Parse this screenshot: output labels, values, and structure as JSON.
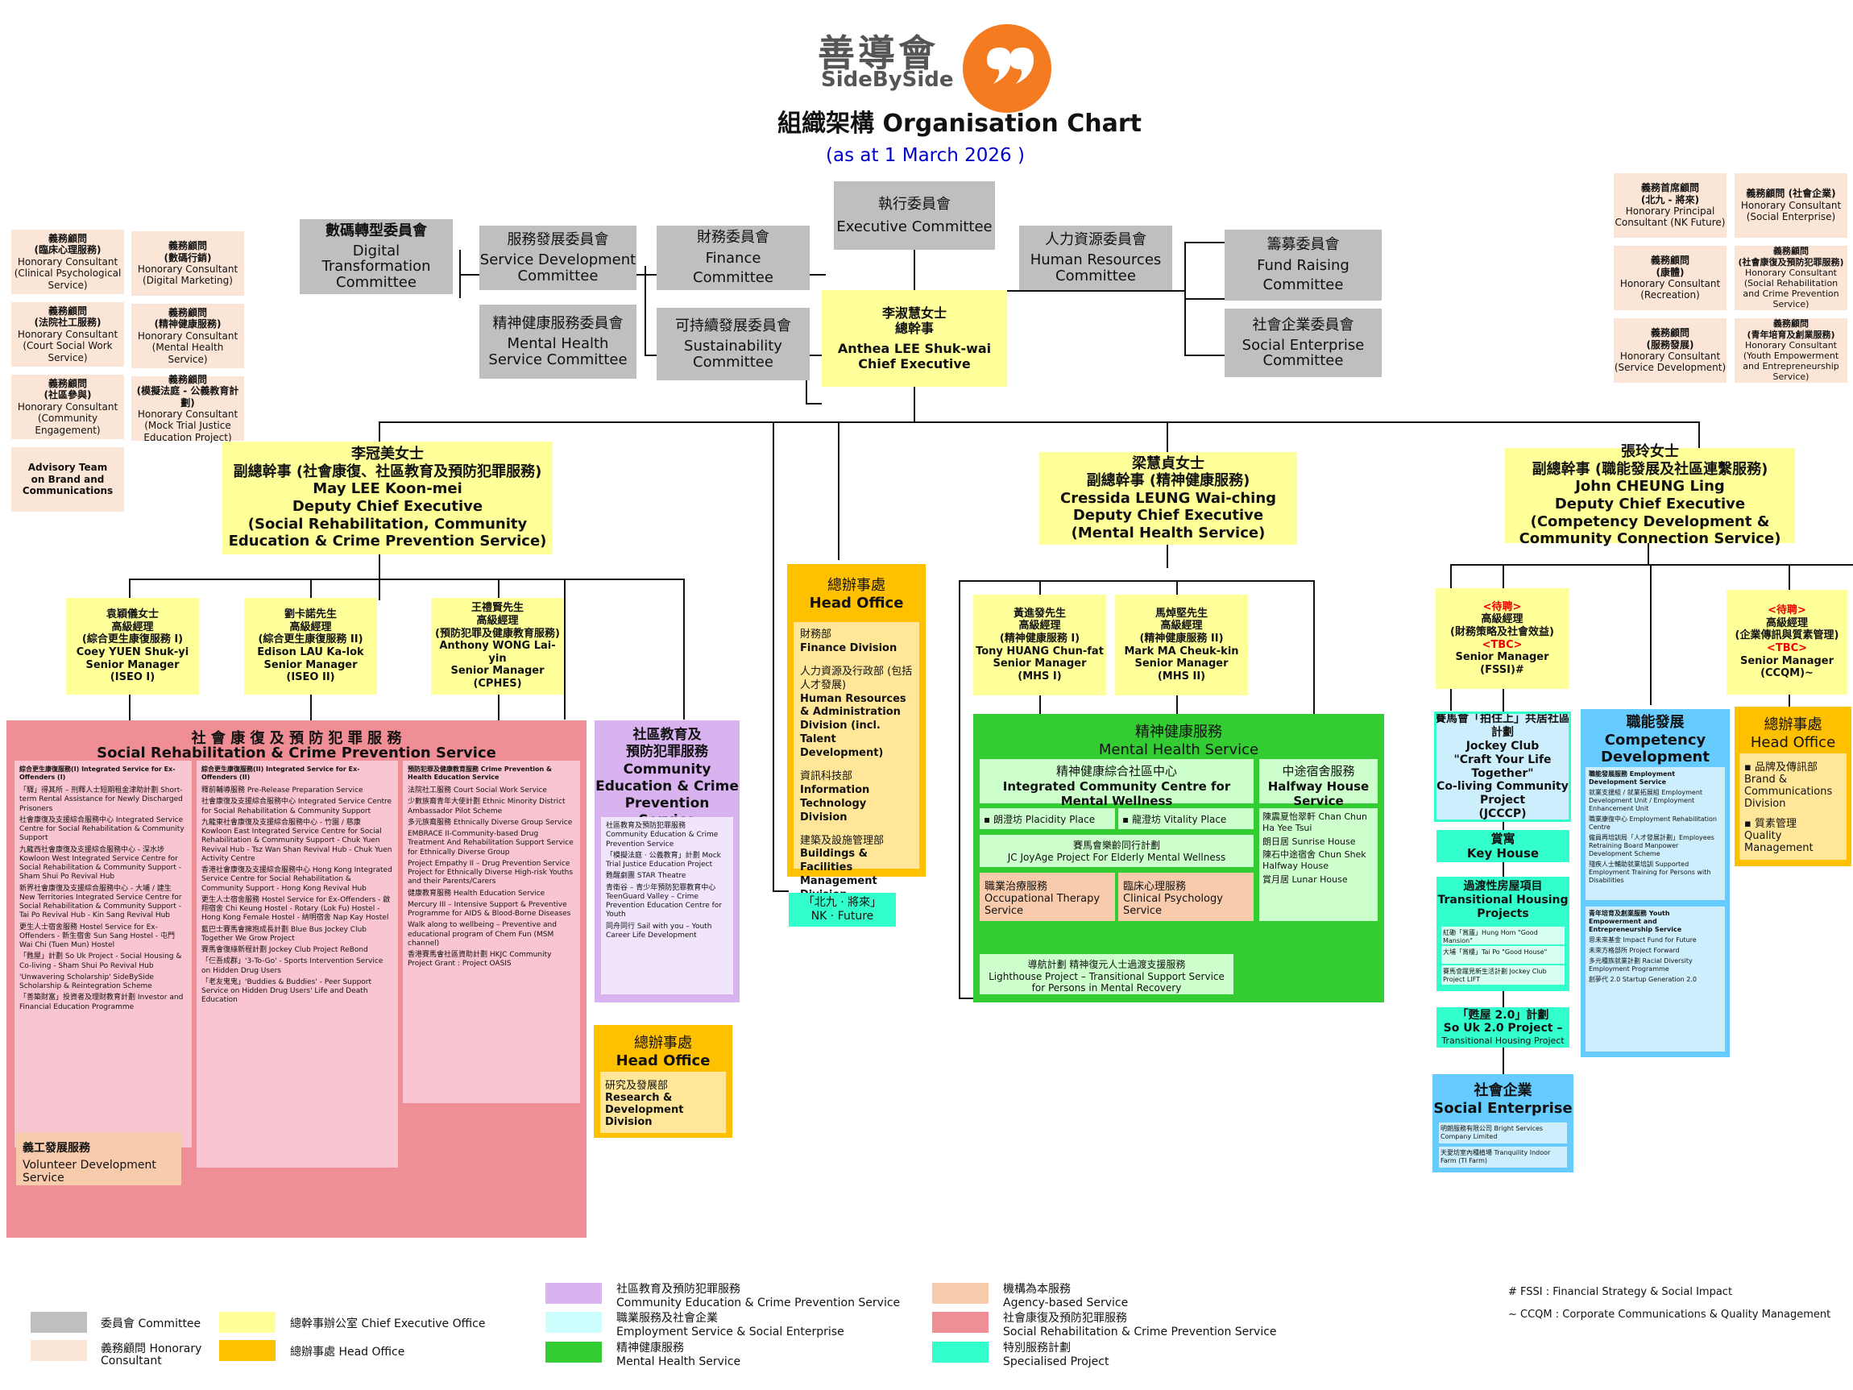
{
  "header": {
    "logo_zh": "善導會",
    "logo_en": "SideBySide",
    "title": "組織架構 Organisation Chart",
    "date": "(as at 1 March 2026 )"
  },
  "colors": {
    "committee": "#bfbfbf",
    "ceo_office": "#ffff99",
    "honorary": "#fbe5d6",
    "head_office": "#ffc000",
    "srcp": "#f08e95",
    "community": "#d9b3f0",
    "mental": "#33cc33",
    "employment": "#66ccff",
    "special": "#33ffcc",
    "logo": "#f47b20"
  },
  "committees": {
    "exec": [
      "執行委員會",
      "Executive Committee"
    ],
    "digital": [
      "數碼轉型委員會",
      "Digital Transformation Committee"
    ],
    "servdev": [
      "服務發展委員會",
      "Service Development Committee"
    ],
    "finance": [
      "財務委員會",
      "Finance Committee"
    ],
    "hr": [
      "人力資源委員會",
      "Human Resources Committee"
    ],
    "fund": [
      "籌募委員會",
      "Fund Raising Committee"
    ],
    "mental": [
      "精神健康服務委員會",
      "Mental Health Service Committee"
    ],
    "sustain": [
      "可持續發展委員會",
      "Sustainability Committee"
    ],
    "social": [
      "社會企業委員會",
      "Social Enterprise Committee"
    ]
  },
  "ceo": [
    "李淑慧女士",
    "總幹事",
    "Anthea LEE Shuk-wai",
    "Chief Executive"
  ],
  "honorary_left": [
    [
      "義務顧問",
      "(臨床心理服務)",
      "Honorary Consultant",
      "(Clinical Psychological Service)"
    ],
    [
      "義務顧問",
      "(數碼行銷)",
      "Honorary Consultant",
      "(Digital Marketing)"
    ],
    [
      "義務顧問",
      "(法院社工服務)",
      "Honorary Consultant",
      "(Court Social Work Service)"
    ],
    [
      "義務顧問",
      "(精神健康服務)",
      "Honorary Consultant",
      "(Mental Health Service)"
    ],
    [
      "義務顧問",
      "(社區參與)",
      "Honorary Consultant",
      "(Community Engagement)"
    ],
    [
      "義務顧問",
      "(模擬法庭 - 公義教育計劃)",
      "Honorary Consultant",
      "(Mock Trial Justice Education Project)"
    ]
  ],
  "advisory": "Advisory Team on Brand and Communications",
  "honorary_right": [
    [
      "義務首席顧問",
      "(北九 - 將來)",
      "Honorary Principal",
      "Consultant (NK Future)"
    ],
    [
      "義務顧問 (社會企業)",
      "Honorary Consultant",
      "(Social Enterprise)"
    ],
    [
      "義務顧問",
      "(康體)",
      "Honorary Consultant",
      "(Recreation)"
    ],
    [
      "義務顧問",
      "(社會康復及預防犯罪服務)",
      "Honorary Consultant",
      "(Social Rehabilitation",
      "and Crime Prevention",
      "Service)"
    ],
    [
      "義務顧問",
      "(服務發展)",
      "Honorary Consultant",
      "(Service Development)"
    ],
    [
      "義務顧問",
      "(青年培育及創業服務)",
      "Honorary Consultant",
      "(Youth Empowerment",
      "and Entrepreneurship",
      "Service)"
    ]
  ],
  "dce1": [
    "李冠美女士",
    "副總幹事 (社會康復、社區教育及預防犯罪服務)",
    "May LEE Koon-mei",
    "Deputy Chief Executive",
    "(Social Rehabilitation, Community",
    "Education & Crime Prevention Service)"
  ],
  "dce2": [
    "梁慧貞女士",
    "副總幹事 (精神健康服務)",
    "Cressida LEUNG Wai-ching",
    "Deputy Chief Executive",
    "(Mental Health Service)"
  ],
  "dce3": [
    "張玲女士",
    "副總幹事 (職能發展及社區連繫服務)",
    "John CHEUNG Ling",
    "Deputy Chief Executive",
    "(Competency Development &",
    "Community Connection Service)"
  ],
  "sm": {
    "coey": [
      "袁穎儀女士",
      "高級經理",
      "(綜合更生康復服務 I)",
      "Coey YUEN Shuk-yi",
      "Senior Manager",
      "(ISEO I)"
    ],
    "edison": [
      "劉卡諾先生",
      "高級經理",
      "(綜合更生康復服務 II)",
      "Edison LAU Ka-lok",
      "Senior Manager",
      "(ISEO II)"
    ],
    "anthony": [
      "王禮賢先生",
      "高級經理",
      "(預防犯罪及健康教育服務)",
      "Anthony WONG Lai-yin",
      "Senior Manager",
      "(CPHES)"
    ],
    "tony": [
      "黃進發先生",
      "高級經理",
      "(精神健康服務 I)",
      "Tony HUANG Chun-fat",
      "Senior Manager",
      "(MHS I)"
    ],
    "mark": [
      "馬焯堅先生",
      "高級經理",
      "(精神健康服務 II)",
      "Mark MA Cheuk-kin",
      "Senior Manager",
      "(MHS II)"
    ],
    "fssi": [
      "<待聘>",
      "高級經理",
      "(財務策略及社會效益)",
      "<TBC>",
      "Senior Manager",
      "(FSSI)#"
    ],
    "ccqm": [
      "<待聘>",
      "高級經理",
      "(企業傳訊與質素管理)",
      "<TBC>",
      "Senior Manager",
      "(CCQM)~"
    ]
  },
  "srcp": {
    "title_zh": "社 會 康 復 及 預 防 犯 罪 服 務",
    "title_en": "Social Rehabilitation & Crime Prevention Service",
    "col1_head": "綜合更生康復服務(I) Integrated Service for Ex-Offenders (I)",
    "col1": [
      "「驛」得其所 – 刑釋人士短期租金津助計劃 Short-term Rental Assistance for Newly Discharged Prisoners",
      "社會康復及支援綜合服務中心 Integrated Service Centre for Social Rehabilitation & Community Support",
      "九龍西社會康復及支援綜合服務中心 - 深水埗 Kowloon West Integrated Service Centre for Social Rehabilitation & Community Support - Sham Shui Po Revival Hub",
      "新界社會康復及支援綜合服務中心 - 大埔 / 建生 New Territories Integrated Service Centre for Social Rehabilitation & Community Support - Tai Po Revival Hub - Kin Sang Revival Hub",
      "更生人士宿舍服務 Hostel Service for Ex-Offenders - 新生宿舍 Sun Sang Hostel - 屯門 Wai Chi (Tuen Mun) Hostel",
      "「甦屋」計劃 So Uk Project - Social Housing & Co-living - Sham Shui Po Revival Hub",
      "'Unwavering Scholarship' SideBySide Scholarship & Reintegration Scheme",
      "「善築財富」投資者及理財教育計劃 Investor and Financial Education Programme"
    ],
    "col2_head": "綜合更生康復服務(II) Integrated Service for Ex-Offenders (II)",
    "col2": [
      "釋前輔導服務 Pre-Release Preparation Service",
      "社會康復及支援綜合服務中心 Integrated Service Centre for Social Rehabilitation & Community Support",
      "九龍東社會康復及支援綜合服務中心 - 竹園 / 慈康 Kowloon East Integrated Service Centre for Social Rehabilitation & Community Support - Chuk Yuen Revival Hub - Tsz Wan Shan Revival Hub - Chuk Yuen Activity Centre",
      "香港社會康復及支援綜合服務中心 Hong Kong Integrated Service Centre for Social Rehabilitation & Community Support - Hong Kong Revival Hub",
      "更生人士宿舍服務 Hostel Service for Ex-Offenders - 啟翔宿舍 Chi Keung Hostel - Rotary (Lok Fu) Hostel - Hong Kong Female Hostel - 納明宿舍 Nap Kay Hostel",
      "藍巴士賽馬會擁抱成長計劃 Blue Bus Jockey Club Together We Grow Project",
      "賽馬會復綠新程計劃 Jockey Club Project ReBond",
      "「仨吾成群」'3-To-Go' - Sports Intervention Service on Hidden Drug Users",
      "「老友鬼鬼」'Buddies & Buddies' - Peer Support Service on Hidden Drug Users' Life and Death Education"
    ],
    "col3_head": "預防犯罪及健康教育服務 Crime Prevention & Health Education Service",
    "col3": [
      "法院社工服務 Court Social Work Service",
      "少數族裔青年大使計劃 Ethnic Minority District Ambassador Pilot Scheme",
      "多元族裔服務 Ethnically Diverse Group Service",
      "EMBRACE II-Community-based Drug Treatment And Rehabilitation Support Service for Ethnically Diverse Group",
      "Project Empathy II – Drug Prevention Service Project for Ethnically Diverse High-risk Youths and their Parents/Carers",
      "健康教育服務 Health Education Service",
      "Mercury III – Intensive Support & Preventive Programme for AIDS & Blood-Borne Diseases",
      "Walk along to wellbeing – Preventive and educational program of Chem Fun (MSM channel)",
      "香港賽馬會社區資助計劃 HKJC Community Project Grant : Project OASIS"
    ],
    "volunteer": [
      "義工發展服務",
      "Volunteer Development Service"
    ]
  },
  "cecp": {
    "title": [
      "社區教育及",
      "預防犯罪服務",
      "Community",
      "Education & Crime",
      "Prevention Service"
    ],
    "items": [
      "社區教育及預防犯罪服務 Community Education & Crime Prevention Service",
      "「模擬法庭 · 公義教育」計劃 Mock Trial Justice Education Project",
      "甦醒劇團 STAR Theatre",
      "青衛谷 – 青少年預防犯罪教育中心 TeenGuard Valley – Crime Prevention Education Centre for Youth",
      "同舟同行 Sail with you – Youth Career Life Development"
    ]
  },
  "head_office1": {
    "title": [
      "總辦事處",
      "Head Office"
    ],
    "items": [
      [
        "財務部",
        "Finance Division"
      ],
      [
        "人力資源及行政部 (包括人才發展)",
        "Human Resources & Administration Division (incl. Talent Development)"
      ],
      [
        "資訊科技部",
        "Information Technology Division"
      ],
      [
        "建築及設施管理部",
        "Buildings & Facilities Management Division"
      ]
    ]
  },
  "nk": [
    "「北九 · 將來」",
    "NK · Future"
  ],
  "head_office2": {
    "title": [
      "總辦事處",
      "Head Office"
    ],
    "items": [
      [
        "研究及發展部",
        "Research & Development Division"
      ]
    ]
  },
  "mhs": {
    "title": [
      "精神健康服務",
      "Mental Health Service"
    ],
    "icmw": [
      "精神健康綜合社區中心",
      "Integrated Community Centre for Mental Wellness"
    ],
    "icmw_items": [
      "朗澄坊 Placidity Place",
      "龍澄坊 Vitality Place"
    ],
    "halfway": [
      "中途宿舍服務",
      "Halfway House Service"
    ],
    "halfway_items": [
      "陳震夏怡翠軒 Chan Chun Ha Yee Tsui",
      "朗日居 Sunrise House",
      "陳石中途宿舍 Chun Shek Halfway House",
      "賞月居 Lunar House"
    ],
    "joyage": [
      "賽馬會樂齡同行計劃",
      "JC JoyAge Project For Elderly Mental Wellness"
    ],
    "ot": [
      "職業治療服務",
      "Occupational Therapy Service"
    ],
    "cp": [
      "臨床心理服務",
      "Clinical Psychology Service"
    ],
    "lighthouse": [
      "導航計劃 精神復元人士過渡支援服務",
      "Lighthouse Project – Transitional Support Service for Persons in Mental Recovery"
    ]
  },
  "jcccp": [
    "賽馬會「拍住上」共居社區計劃",
    "Jockey Club",
    "\"Craft Your Life Together\"",
    "Co-living Community",
    "Project",
    "(JCCCP)"
  ],
  "keyhouse": [
    "賞寓",
    "Key House"
  ],
  "thp": {
    "title": [
      "過渡性房屋項目",
      "Transitional Housing",
      "Projects"
    ],
    "items": [
      "紅磡「賞廬」Hung Hom \"Good Mansion\"",
      "大埔「賞樓」Tai Po \"Good House\"",
      "賽馬會躍見新生活計劃 Jockey Club Project LIFT"
    ]
  },
  "souk": [
    "「甦屋 2.0」計劃",
    "So Uk 2.0 Project –",
    "Transitional Housing Project"
  ],
  "se": {
    "title": [
      "社會企業",
      "Social Enterprise"
    ],
    "items": [
      "明朗服務有限公司 Bright Services Company Limited",
      "天愛坊室內種植場 Tranquility Indoor Farm (TI Farm)"
    ]
  },
  "comp": {
    "title": [
      "職能發展",
      "Competency",
      "Development"
    ],
    "head1": "職能發展服務 Employment Development Service",
    "items1": [
      "就業支援組 / 就業拓展組 Employment Development Unit / Employment Enhancement Unit",
      "職業康復中心 Employment Rehabilitation Centre",
      "僱員再培訓局「人才發展計劃」Employees Retraining Board Manpower Development Scheme",
      "殘疾人士輔助就業培訓 Supported Employment Training for Persons with Disabilities"
    ],
    "head2": "青年培育及創業服務 Youth Empowerment and Entrepreneurship Service",
    "items2": [
      "思未來基金 Impact Fund for Future",
      "未來方格部所 Project Forward",
      "多元種族就業計劃 Racial Diversity Employment Programme",
      "創夢代 2.0 Startup Generation 2.0"
    ]
  },
  "head_office3": {
    "title": [
      "總辦事處",
      "Head Office"
    ],
    "items": [
      [
        "品牌及傳訊部",
        "Brand & Communications Division"
      ],
      [
        "質素管理",
        "Quality Management"
      ]
    ]
  },
  "legend": [
    [
      "委員會 Committee"
    ],
    [
      "總幹事辦公室 Chief Executive Office"
    ],
    [
      "義務顧問 Honorary",
      "Consultant"
    ],
    [
      "總辦事處 Head Office"
    ],
    [
      "社區教育及預防犯罪服務",
      "Community Education & Crime Prevention Service"
    ],
    [
      "職業服務及社會企業",
      "Employment Service & Social Enterprise"
    ],
    [
      "精神健康服務",
      "Mental Health Service"
    ],
    [
      "機構為本服務",
      "Agency-based Service"
    ],
    [
      "社會康復及預防犯罪服務",
      "Social Rehabilitation & Crime Prevention Service"
    ],
    [
      "特別服務計劃",
      "Specialised Project"
    ]
  ],
  "notes": [
    "# FSSI : Financial Strategy & Social Impact",
    "~ CCQM : Corporate Communications & Quality Management"
  ]
}
